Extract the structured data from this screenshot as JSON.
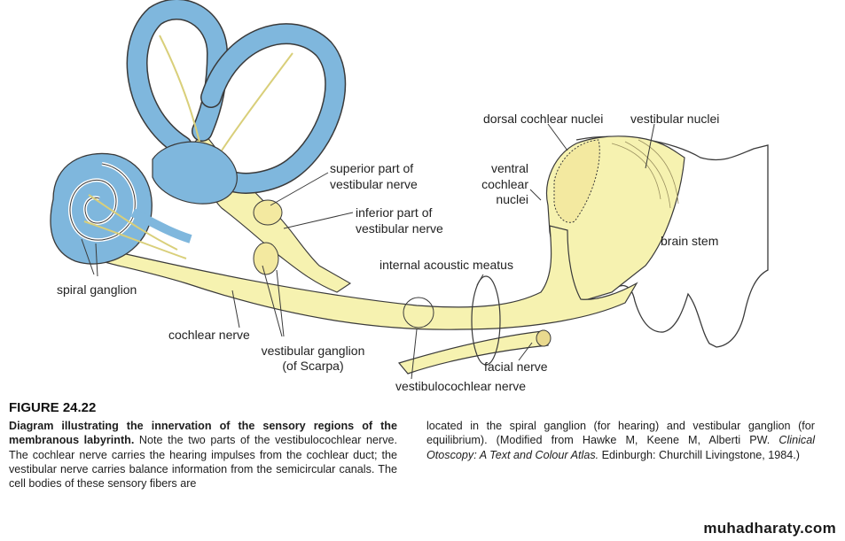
{
  "figure": {
    "labels": {
      "spiral_ganglion": "spiral ganglion",
      "cochlear_nerve": "cochlear nerve",
      "superior_vestibular_1": "superior part of",
      "superior_vestibular_2": "vestibular nerve",
      "inferior_vestibular_1": "inferior part of",
      "inferior_vestibular_2": "vestibular nerve",
      "vestibular_ganglion_1": "vestibular ganglion",
      "vestibular_ganglion_2": "(of Scarpa)",
      "internal_acoustic_meatus": "internal acoustic meatus",
      "vestibulocochlear_nerve": "vestibulocochlear nerve",
      "facial_nerve": "facial nerve",
      "dorsal_cochlear_nuclei": "dorsal cochlear nuclei",
      "vestibular_nuclei": "vestibular nuclei",
      "ventral_cochlear_nuclei_1": "ventral",
      "ventral_cochlear_nuclei_2": "cochlear",
      "ventral_cochlear_nuclei_3": "nuclei",
      "brain_stem": "brain stem"
    },
    "colors": {
      "labyrinth_blue": "#7fb7dd",
      "nerve_yellow": "#f6f2b0",
      "outline": "#3a3a3a"
    }
  },
  "caption": {
    "figure_number": "FIGURE 24.22",
    "bold_lead": "Diagram illustrating the innervation of the sensory regions of the membranous labyrinth.",
    "left_text": " Note the two parts of the vestibulocochlear nerve. The cochlear nerve carries the hearing impulses from the cochlear duct; the vestibular nerve carries balance information from the semicircular canals. The cell bodies of these sensory fibers are",
    "right_text_1": "located in the spiral ganglion (for hearing) and vestibular ganglion (for equilibrium). (Modified from Hawke M, Keene M, Alberti PW. ",
    "right_italic": "Clinical Otoscopy: A Text and Colour Atlas.",
    "right_text_2": " Edinburgh: Churchill Livingstone, 1984.)"
  },
  "watermark": "muhadharaty.com"
}
